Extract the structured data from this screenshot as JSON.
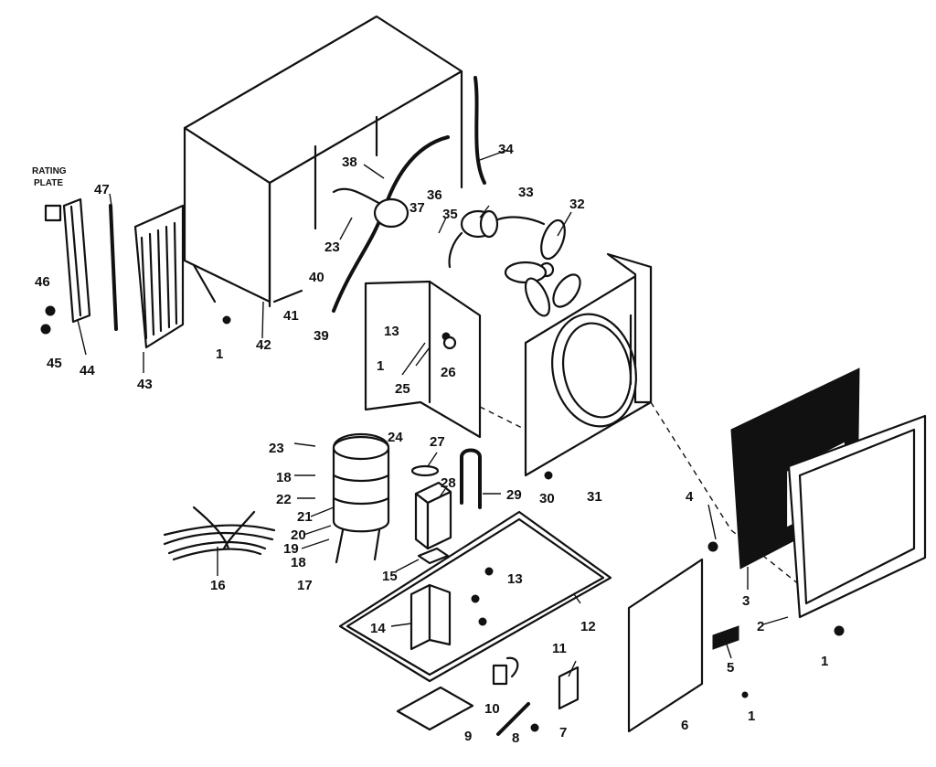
{
  "rating_plate": {
    "line1": "RATING",
    "line2": "PLATE"
  },
  "labels": {
    "l1a": "1",
    "l1b": "1",
    "l1c": "1",
    "l1d": "1",
    "l2": "2",
    "l3": "3",
    "l4": "4",
    "l5": "5",
    "l6": "6",
    "l7": "7",
    "l8": "8",
    "l9": "9",
    "l10": "10",
    "l11": "11",
    "l12": "12",
    "l13a": "13",
    "l13b": "13",
    "l14": "14",
    "l15": "15",
    "l16": "16",
    "l17": "17",
    "l18a": "18",
    "l18b": "18",
    "l19": "19",
    "l20": "20",
    "l21": "21",
    "l22": "22",
    "l23a": "23",
    "l23b": "23",
    "l24": "24",
    "l25": "25",
    "l26": "26",
    "l27": "27",
    "l28": "28",
    "l29": "29",
    "l30": "30",
    "l31": "31",
    "l32": "32",
    "l33": "33",
    "l34": "34",
    "l35": "35",
    "l36": "36",
    "l37": "37",
    "l38": "38",
    "l39": "39",
    "l40": "40",
    "l41": "41",
    "l42": "42",
    "l43": "43",
    "l44": "44",
    "l45": "45",
    "l46": "46",
    "l47": "47"
  }
}
